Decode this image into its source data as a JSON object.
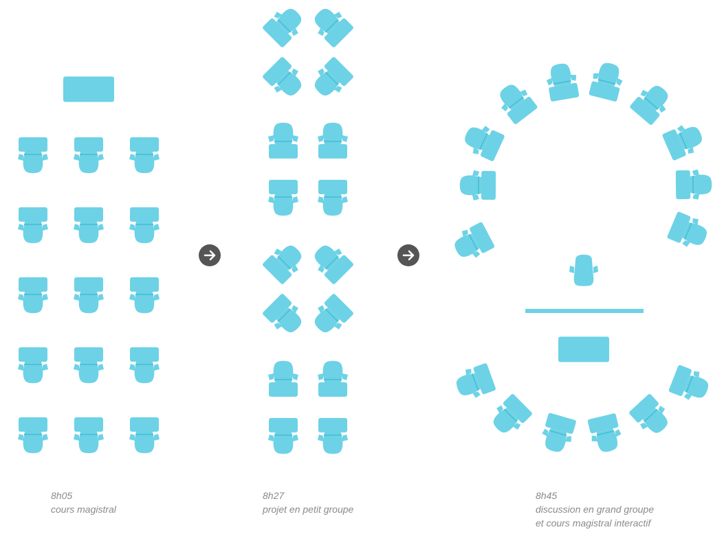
{
  "colors": {
    "furniture": "#6dd2e6",
    "seam": "#45bcd6",
    "arrow_bg": "#555555",
    "arrow_fg": "#ffffff",
    "caption": "#8a8a8a"
  },
  "icons": {
    "chair": "chair-icon",
    "desk": "desk-icon",
    "arrow": "arrow-right-icon"
  },
  "panels": [
    {
      "id": "lecture",
      "time": "8h05",
      "lines": [
        "cours magistral"
      ]
    },
    {
      "id": "small-group",
      "time": "8h27",
      "lines": [
        "projet en petit groupe"
      ]
    },
    {
      "id": "large-group",
      "time": "8h45",
      "lines": [
        "discussion en grand groupe",
        "et cours magistral interactif"
      ]
    }
  ]
}
